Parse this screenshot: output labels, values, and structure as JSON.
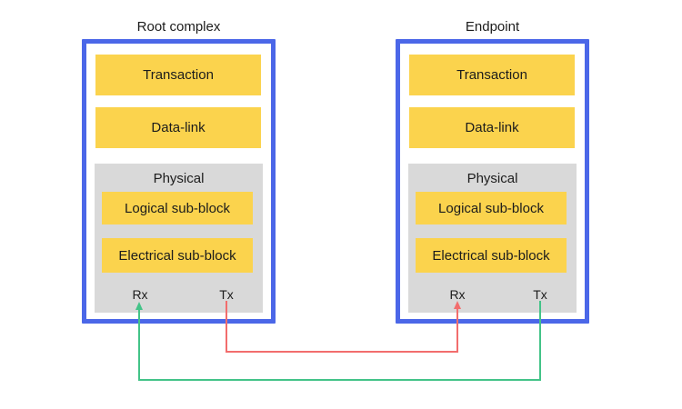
{
  "diagram": {
    "colors": {
      "box_border": "#4b67e8",
      "layer_fill": "#fbd34d",
      "physical_fill": "#d9d9d9",
      "text": "#1c1c1c"
    },
    "blocks": [
      {
        "title": "Root complex",
        "layers": [
          "Transaction",
          "Data-link"
        ],
        "physical": {
          "label": "Physical",
          "sub_blocks": [
            "Logical sub-block",
            "Electrical sub-block"
          ]
        },
        "ports": {
          "rx": "Rx",
          "tx": "Tx"
        }
      },
      {
        "title": "Endpoint",
        "layers": [
          "Transaction",
          "Data-link"
        ],
        "physical": {
          "label": "Physical",
          "sub_blocks": [
            "Logical sub-block",
            "Electrical sub-block"
          ]
        },
        "ports": {
          "rx": "Rx",
          "tx": "Tx"
        }
      }
    ],
    "connections": [
      {
        "id": "root-complex-tx-to-endpoint-rx",
        "color": "#f26d6d"
      },
      {
        "id": "endpoint-tx-to-root-complex-rx",
        "color": "#43c388"
      }
    ]
  }
}
